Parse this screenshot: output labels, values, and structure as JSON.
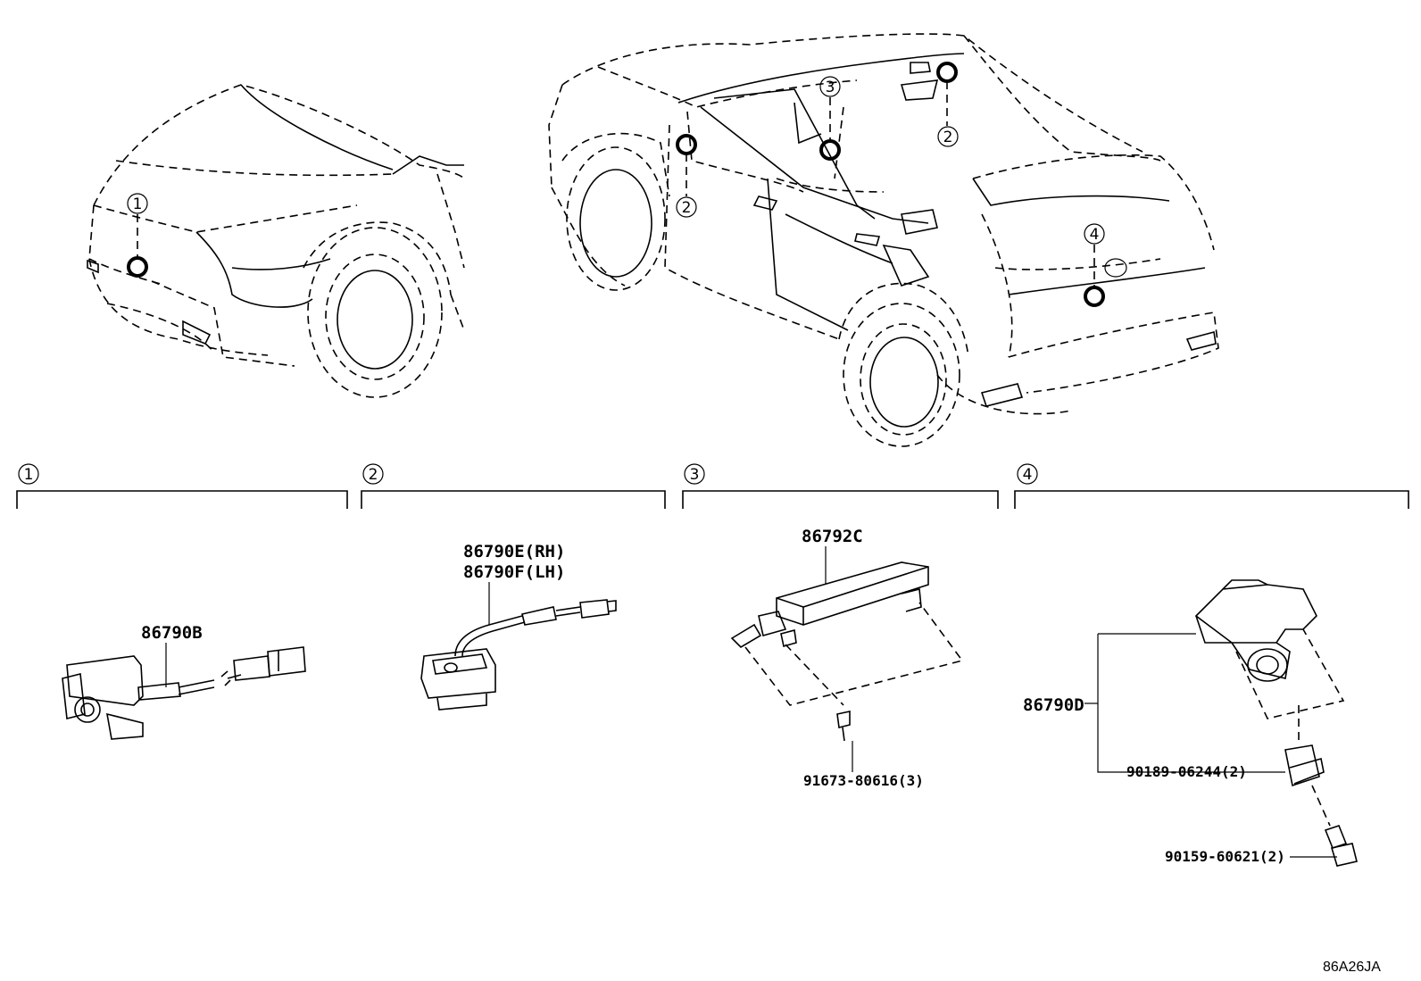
{
  "callouts": [
    "1",
    "2",
    "3",
    "4"
  ],
  "sections": [
    {
      "index": "1",
      "parts": [
        "86790B"
      ]
    },
    {
      "index": "2",
      "parts": [
        "86790E(RH)",
        "86790F(LH)"
      ]
    },
    {
      "index": "3",
      "parts": [
        "86792C",
        "91673-80616(3)"
      ]
    },
    {
      "index": "4",
      "parts": [
        "86790D",
        "90189-06244(2)",
        "90159-60621(2)"
      ]
    }
  ],
  "diagram_code": "86A26JA"
}
